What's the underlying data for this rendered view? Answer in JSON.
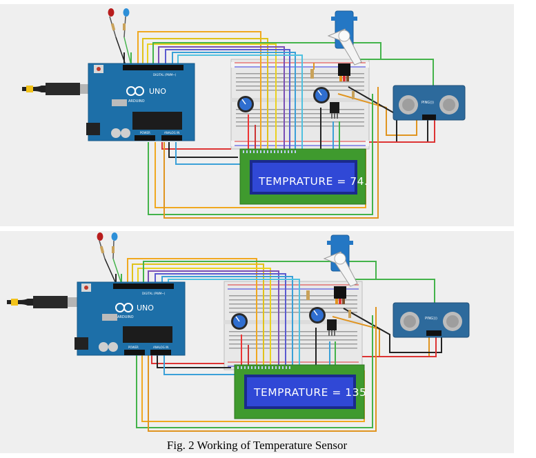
{
  "caption": "Fig. 2 Working of Temperature Sensor",
  "panels": [
    {
      "lcd_text": "TEMPRATURE = 74."
    },
    {
      "lcd_text": "TEMPRATURE = 135"
    }
  ],
  "arduino": {
    "logo_text": "UNO",
    "brand_text": "ARDUINO",
    "digital_label": "DIGITAL (PWM~)",
    "power_label": "POWER",
    "analog_label": "ANALOG IN"
  },
  "sensor": {
    "label": "PING)))"
  },
  "colors": {
    "board": "#1d6fa8",
    "lcd_frame": "#3f9a2e",
    "lcd_screen": "#3048d6",
    "breadboard": "#e9e9e9",
    "servo": "#2477c4"
  }
}
